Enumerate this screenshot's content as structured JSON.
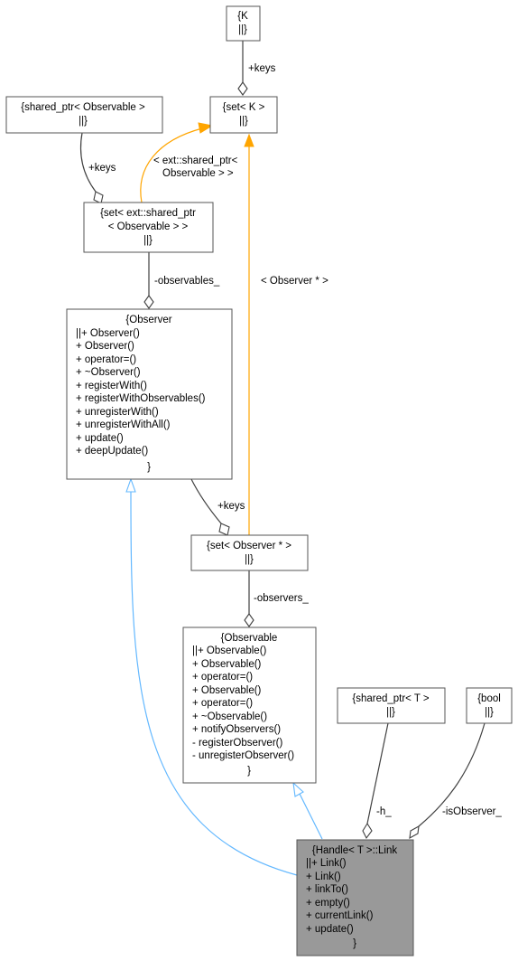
{
  "nodes": {
    "K": {
      "lines": [
        "{K",
        "||}"
      ]
    },
    "set_K": {
      "lines": [
        "{set< K >",
        "||}"
      ]
    },
    "shared_ptr_observable": {
      "lines": [
        "{shared_ptr< Observable >",
        "||}"
      ]
    },
    "set_ext_shared_ptr": {
      "lines": [
        "{set< ext::shared_ptr",
        "< Observable > >",
        "||}"
      ]
    },
    "observer": {
      "lines": [
        "{Observer",
        "||+ Observer()",
        "+ Observer()",
        "+ operator=()",
        "+ ~Observer()",
        "+ registerWith()",
        "+ registerWithObservables()",
        "+ unregisterWith()",
        "+ unregisterWithAll()",
        "+ update()",
        "+ deepUpdate()",
        "}"
      ]
    },
    "set_observer_ptr": {
      "lines": [
        "{set< Observer * >",
        "||}"
      ]
    },
    "observable": {
      "lines": [
        "{Observable",
        "||+ Observable()",
        "+ Observable()",
        "+ operator=()",
        "+ Observable()",
        "+ operator=()",
        "+ ~Observable()",
        "+ notifyObservers()",
        "- registerObserver()",
        "- unregisterObserver()",
        "}"
      ]
    },
    "shared_ptr_T": {
      "lines": [
        "{shared_ptr< T >",
        "||}"
      ]
    },
    "bool": {
      "lines": [
        "{bool",
        "||}"
      ]
    },
    "handle_link": {
      "lines": [
        "{Handle< T >::Link",
        "||+ Link()",
        "+ Link()",
        "+ linkTo()",
        "+ empty()",
        "+ currentLink()",
        "+ update()",
        "}"
      ]
    }
  },
  "edge_labels": {
    "k_to_setk": "+keys",
    "sharedptr_to_setext": "+keys",
    "setext_to_setk": [
      "< ext::shared_ptr<",
      "Observable > >"
    ],
    "setext_to_observer": "-observables_",
    "setobserver_to_setk": "< Observer * >",
    "observer_to_setobserver": "+keys",
    "setobserver_to_observable": "-observers_",
    "sharedptrT_to_handle": "-h_",
    "bool_to_handle": "-isObserver_"
  },
  "colors": {
    "composition_edge": "#404040",
    "template_edge": "#ffa500",
    "inheritance_edge": "#63b8ff",
    "current_node_fill": "#999999"
  }
}
